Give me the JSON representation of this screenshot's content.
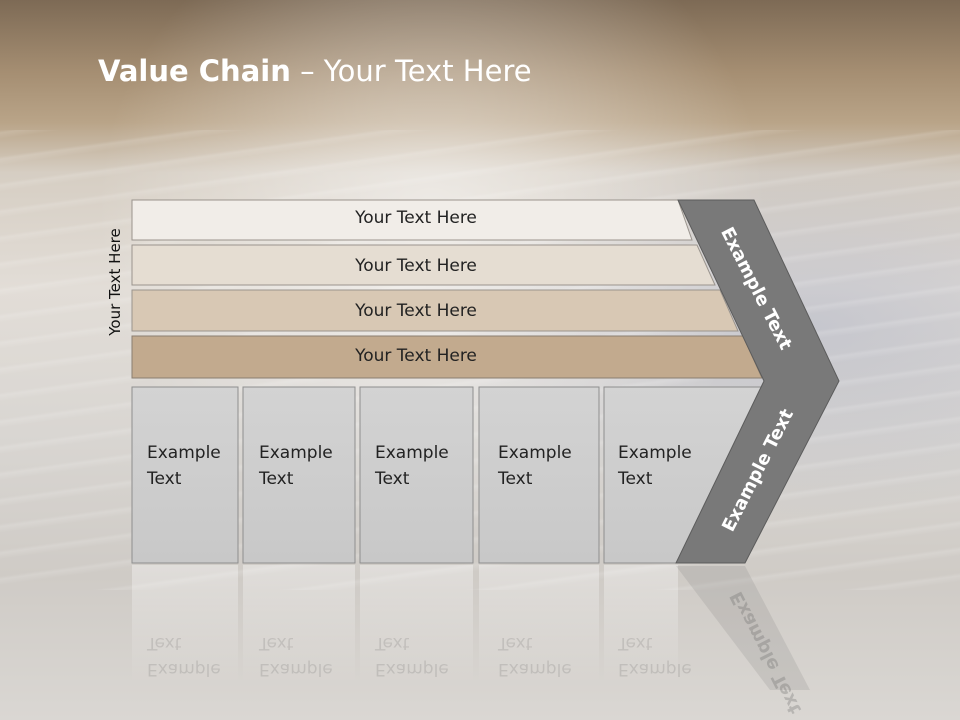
{
  "slide": {
    "title_bold": "Value Chain",
    "title_rest": " – Your Text Here",
    "side_label": "Your Text Here"
  },
  "rows": [
    {
      "label": "Your Text Here",
      "fill": "#f1ede8"
    },
    {
      "label": "Your Text Here",
      "fill": "#e5ddd2"
    },
    {
      "label": "Your Text Here",
      "fill": "#d8c8b4"
    },
    {
      "label": "Your Text Here",
      "fill": "#c2aa8e"
    }
  ],
  "boxes": [
    {
      "line1": "Example",
      "line2": "Text"
    },
    {
      "line1": "Example",
      "line2": "Text"
    },
    {
      "line1": "Example",
      "line2": "Text"
    },
    {
      "line1": "Example",
      "line2": "Text"
    },
    {
      "line1": "Example",
      "line2": "Text"
    }
  ],
  "chevron": {
    "upper_label": "Example Text",
    "lower_label": "Example Text",
    "fill": "#797979"
  }
}
